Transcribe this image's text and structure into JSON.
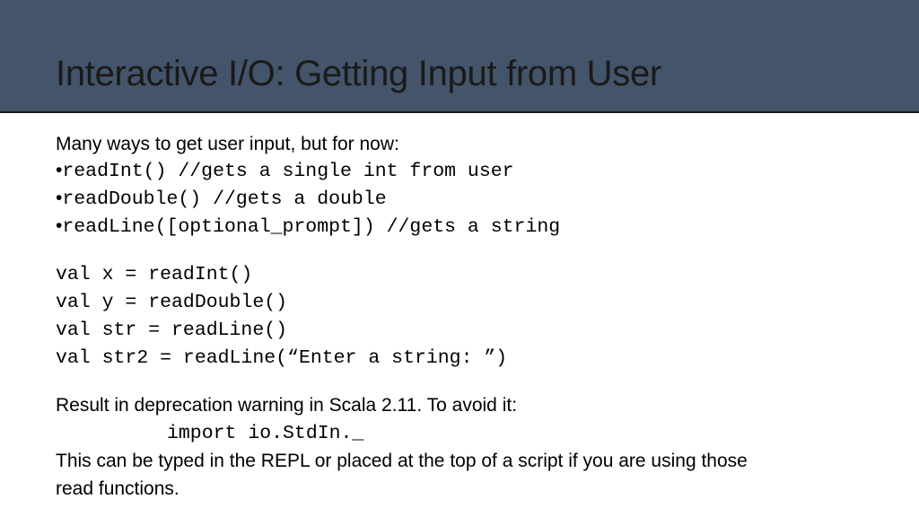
{
  "slide": {
    "title": "Interactive I/O: Getting Input from User",
    "intro": "Many ways to get user input, but for now:",
    "bullets": [
      {
        "marker": "•",
        "code": "readInt() //gets a single int from user"
      },
      {
        "marker": "•",
        "code": "readDouble() //gets a double"
      },
      {
        "marker": "•",
        "code": "readLine([optional_prompt]) //gets a string"
      }
    ],
    "code_lines": [
      "val x = readInt()",
      "val y = readDouble()",
      "val str = readLine()",
      "val str2 = readLine(“Enter a string: ”)"
    ],
    "note": "Result in deprecation warning in Scala 2.11. To avoid it:",
    "import_line": "import io.StdIn._",
    "footer_line1": "This can be typed in the REPL or placed at the top of a script if you are using those",
    "footer_line2": "read functions."
  },
  "colors": {
    "header_bg": "#44546a",
    "header_border": "#1a1a1a",
    "text": "#000000"
  }
}
